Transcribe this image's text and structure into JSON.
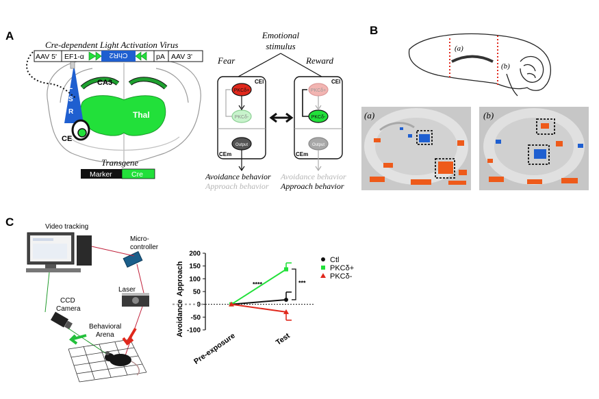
{
  "panels": {
    "a": {
      "letter": "A",
      "virus_title": "Cre-dependent Light Activation Virus",
      "construct": [
        "AAV 5'",
        "EF1-α",
        "ChR2",
        "pA",
        "AAV 3'"
      ],
      "region_ca3": "CA3",
      "region_thal": "Thal",
      "region_lsr": "LSR",
      "region_ce": "CE",
      "transgene_title": "Transgene",
      "transgene_marker": "Marker",
      "transgene_cre": "Cre",
      "emotional_stimulus": "Emotional\nstimulus",
      "fear": "Fear",
      "reward": "Reward",
      "cel": "CEl",
      "cem": "CEm",
      "pkc_pos": "PKCδ+",
      "pkc_neg": "PKCδ-",
      "output": "Output",
      "avoidance": "Avoidance behavior",
      "approach": "Approach behavior"
    },
    "b": {
      "letter": "B",
      "label_a": "(a)",
      "label_b": "(b)"
    },
    "c": {
      "letter": "C",
      "video_tracking": "Video tracking",
      "microcontroller": "Micro-\ncontroller",
      "laser": "Laser",
      "ccd_camera": "CCD\nCamera",
      "behavioral_arena": "Behavioral\nArena"
    }
  },
  "colors": {
    "green": "#22e03a",
    "blue": "#1f5fd0",
    "red": "#e0281c",
    "orange": "#ee5a1a",
    "black": "#111111"
  },
  "chart_data": {
    "type": "line",
    "categories": [
      "Pre-exposure",
      "Test"
    ],
    "ylabel_top": "Approach",
    "ylabel_bottom": "Avoidance",
    "ylim": [
      -100,
      200
    ],
    "yticks": [
      -100,
      -50,
      0,
      50,
      100,
      150,
      200
    ],
    "series": [
      {
        "name": "Ctl",
        "color": "#111111",
        "marker": "circle",
        "values": [
          0,
          18
        ],
        "err": [
          0,
          30
        ]
      },
      {
        "name": "PKCδ+",
        "color": "#22e03a",
        "marker": "square",
        "values": [
          0,
          137
        ],
        "err": [
          0,
          25
        ]
      },
      {
        "name": "PKCδ-",
        "color": "#e0281c",
        "marker": "triangle",
        "values": [
          0,
          -30
        ],
        "err": [
          0,
          32
        ]
      }
    ],
    "annotations": [
      "****",
      "***"
    ]
  }
}
